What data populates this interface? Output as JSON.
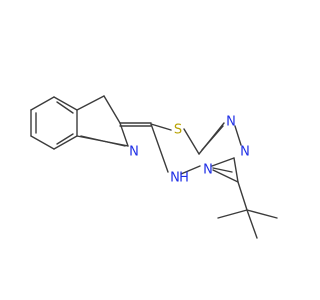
{
  "molecule": {
    "atoms": [
      {
        "id": "S1",
        "symbol": "S",
        "color": "#b8a200"
      },
      {
        "id": "N1",
        "symbol": "N",
        "color": "#1f2fe6"
      },
      {
        "id": "N2",
        "symbol": "N",
        "color": "#1f2fe6"
      },
      {
        "id": "N3",
        "symbol": "N",
        "color": "#1f2fe6"
      },
      {
        "id": "N4",
        "symbol": "N",
        "color": "#1f2fe6"
      },
      {
        "id": "N5",
        "symbol": "N",
        "color": "#1f2fe6"
      }
    ],
    "hydrogen_label": {
      "text": "H",
      "color": "#1f2fe6"
    },
    "bond_color": "#3c3c3c"
  }
}
